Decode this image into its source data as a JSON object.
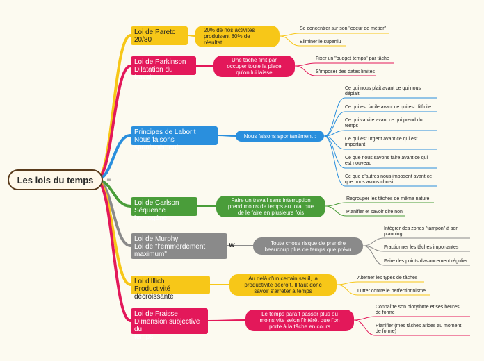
{
  "root": {
    "title": "Les lois du temps",
    "icon": "notes-icon"
  },
  "branches": [
    {
      "title": "Loi de Pareto\n20/80",
      "color": "#f7c718",
      "mid": "20% de nos activités\nproduisent 80% de\nrésultat",
      "leaves": [
        "Se concentrer sur son \"coeur de métier\"",
        "Eliminer le superflu"
      ]
    },
    {
      "title": "Loi de Parkinson\nDilatation du travail",
      "color": "#e3185a",
      "mid": "Une tâche finit par\noccuper toute la place\nqu'on lui laisse",
      "leaves": [
        "Fixer un \"budget temps\" par tâche",
        "S'imposer des dates limites"
      ]
    },
    {
      "title": "Principes de Laborit\nNous faisons spontanément",
      "color": "#2a8fdd",
      "mid": "Nous faisons spontanément :",
      "leaves": [
        "Ce qui nous plait avant ce qui nous\ndéplait",
        "Ce qui est facile avant ce qui est difficile",
        "Ce qui va vite avant ce qui prend du\ntemps",
        "Ce qui est urgent avant ce qui est\nimportant",
        "Ce que nous savons faire avant ce qui\nest nouveau",
        "Ce que d'autres nous imposent avant ce\nque nous avons choisi"
      ]
    },
    {
      "title": "Loi de Carlson\nSéquence homogène",
      "color": "#4a9d3a",
      "mid": "Faire un travail sans interruption\nprend moins de temps au total que\nde le faire en plusieurs fois",
      "leaves": [
        "Regrouper les tâches de même nature",
        "Planifier et savoir dire non"
      ]
    },
    {
      "title": "Loi de Murphy\nLoi de \"l'emmerdement\nmaximum\"",
      "color": "#8a8a8a",
      "mid": "Toute chose risque de prendre\nbeaucoup plus de temps que prévu",
      "leaves": [
        "Intégrer des zones \"tampon\" à son\nplanning",
        "Fractionner les tâches importantes",
        "Faire des points d'avancement régulier"
      ]
    },
    {
      "title": "Loi d'Illich\nProductivité décroissante",
      "color": "#f7c718",
      "mid": "Au delà d'un certain seuil, la\nproductivité décroît. Il faut donc\nsavoir s'arrêter à temps",
      "leaves": [
        "Alterner les types de tâches",
        "Lutter contre le perfectionnisme"
      ]
    },
    {
      "title": "Loi de Fraisse\nDimension subjective du\ntemps",
      "color": "#e3185a",
      "mid": "Le temps paraît passer plus ou\nmoins vite selon l'intérêt que l'on\nporte à la tâche en cours",
      "leaves": [
        "Connaître son biorythme et ses heures\nde forme",
        "Planifier (mes tâches arides au moment\nde forme)"
      ]
    }
  ],
  "murphy_icon": "wiki-icon"
}
